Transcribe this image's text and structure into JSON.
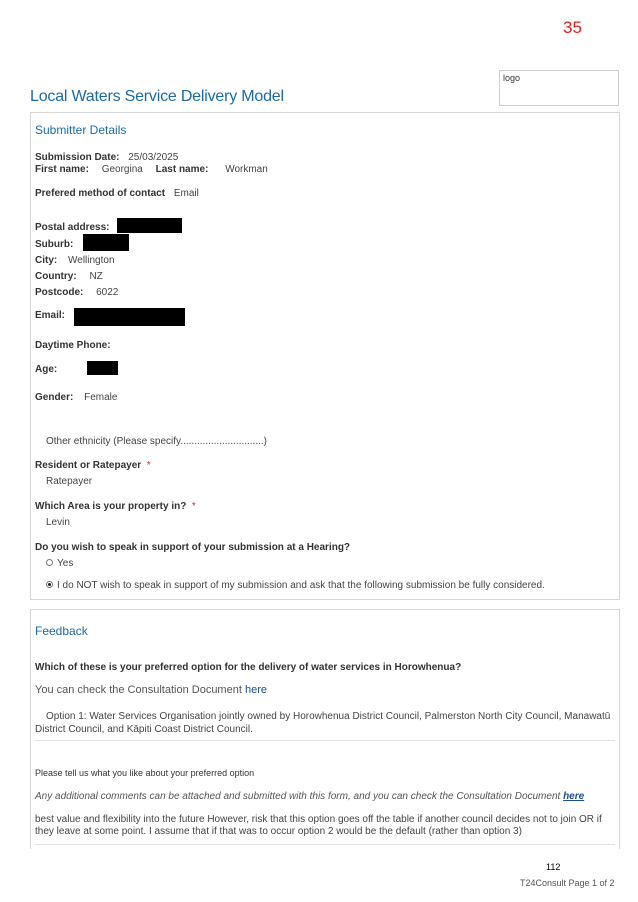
{
  "page_number": "35",
  "logo_placeholder": "logo",
  "title": "Local Waters Service Delivery Model",
  "submitter": {
    "section_title": "Submitter Details",
    "submission_date_label": "Submission Date:",
    "submission_date": "25/03/2025",
    "first_name_label": "First name:",
    "first_name": "Georgina",
    "last_name_label": "Last name:",
    "last_name": "Workman",
    "contact_method_label": "Prefered method of contact",
    "contact_method": "Email",
    "postal_label": "Postal address:",
    "suburb_label": "Suburb:",
    "city_label": "City:",
    "city": "Wellington",
    "country_label": "Country:",
    "country": "NZ",
    "postcode_label": "Postcode:",
    "postcode": "6022",
    "email_label": "Email:",
    "phone_label": "Daytime Phone:",
    "age_label": "Age:",
    "gender_label": "Gender:",
    "gender": "Female",
    "other_ethnicity": "Other ethnicity (Please specify..............................)",
    "resident_label": "Resident or Ratepayer",
    "resident_value": "Ratepayer",
    "area_label": "Which Area is your property in?",
    "area_value": "Levin",
    "hearing_label": "Do you wish to speak in support of your submission at a Hearing?",
    "hearing_yes": "Yes",
    "hearing_no": "I do NOT wish to speak in support of my submission and ask that the following submission be fully considered."
  },
  "feedback": {
    "section_title": "Feedback",
    "question": "Which of these is your preferred option for the delivery of water services in Horowhenua?",
    "consult_text": "You can check the Consultation Document",
    "consult_link": "here",
    "answer": "Option 1: Water Services Organisation jointly owned by Horowhenua District Council, Palmerston North City Council, Manawatū District Council, and Kāpiti Coast District Council.",
    "like_question": "Please tell us what you like about your preferred option",
    "additional_text": "Any additional comments can be attached and submitted with this form, and you can check the Consultation Document",
    "additional_link": "here",
    "comment": "best value and flexibility into the future However, risk that this option goes off the table if another council decides not to join OR if they leave at some point. I assume that if that was to occur option 2 would be the default (rather than option 3)"
  },
  "footer": {
    "number": "112",
    "text": "T24Consult  Page 1 of 2"
  }
}
